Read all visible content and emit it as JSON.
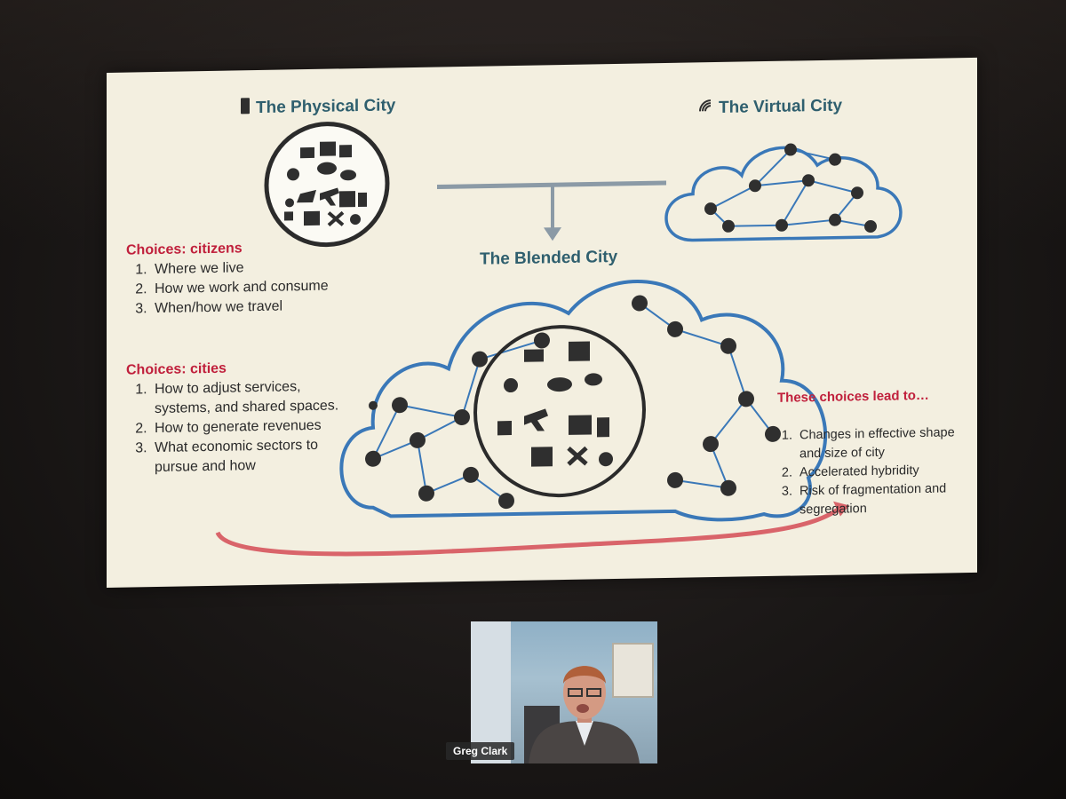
{
  "slide": {
    "physical_title": "The Physical City",
    "virtual_title": "The Virtual City",
    "blended_title": "The Blended City",
    "citizens": {
      "heading": "Choices: citizens",
      "items": [
        "Where we live",
        "How we work and consume",
        "When/how we travel"
      ]
    },
    "cities": {
      "heading": "Choices: cities",
      "items": [
        "How to adjust services, systems, and shared spaces.",
        "How to generate revenues",
        "What economic sectors to pursue and how"
      ]
    },
    "lead": {
      "heading": "These choices lead to…",
      "items": [
        "Changes in effective shape and size of city",
        "Accelerated hybridity",
        "Risk of fragmentation and segregation"
      ]
    }
  },
  "participant": {
    "name": "Greg Clark"
  },
  "colors": {
    "title_teal": "#2f5f6e",
    "accent_red": "#c0203c",
    "cloud_blue": "#3a78b8",
    "arrow_red": "#d9646a",
    "connector_gray": "#8b9aa6"
  },
  "icons": [
    "building-icon",
    "wifi-icon",
    "city-icons-cluster",
    "network-node-icon"
  ]
}
